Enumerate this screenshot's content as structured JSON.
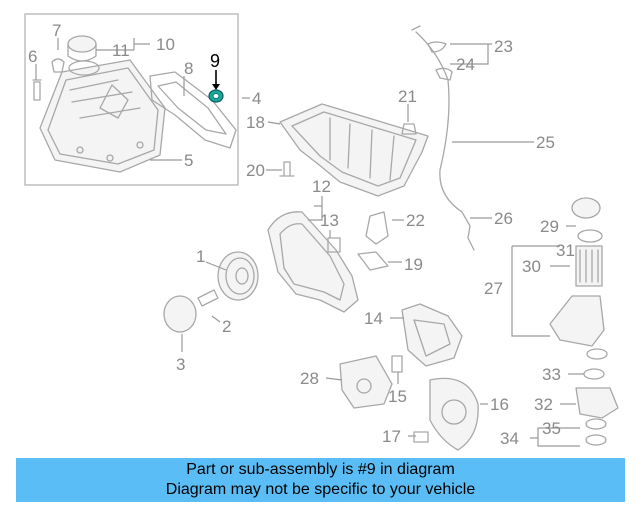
{
  "diagram": {
    "highlighted_part": "9",
    "highlight_color": "#1aa8a0",
    "callouts": [
      "1",
      "2",
      "3",
      "4",
      "5",
      "6",
      "7",
      "8",
      "9",
      "10",
      "11",
      "12",
      "13",
      "14",
      "15",
      "16",
      "17",
      "18",
      "19",
      "20",
      "21",
      "22",
      "23",
      "24",
      "25",
      "26",
      "27",
      "28",
      "29",
      "30",
      "31",
      "32",
      "33",
      "34",
      "35"
    ]
  },
  "caption": {
    "line1": "Part or sub-assembly is #9 in diagram",
    "line2": "Diagram may not be specific to your vehicle",
    "background": "#5bbdf5"
  }
}
